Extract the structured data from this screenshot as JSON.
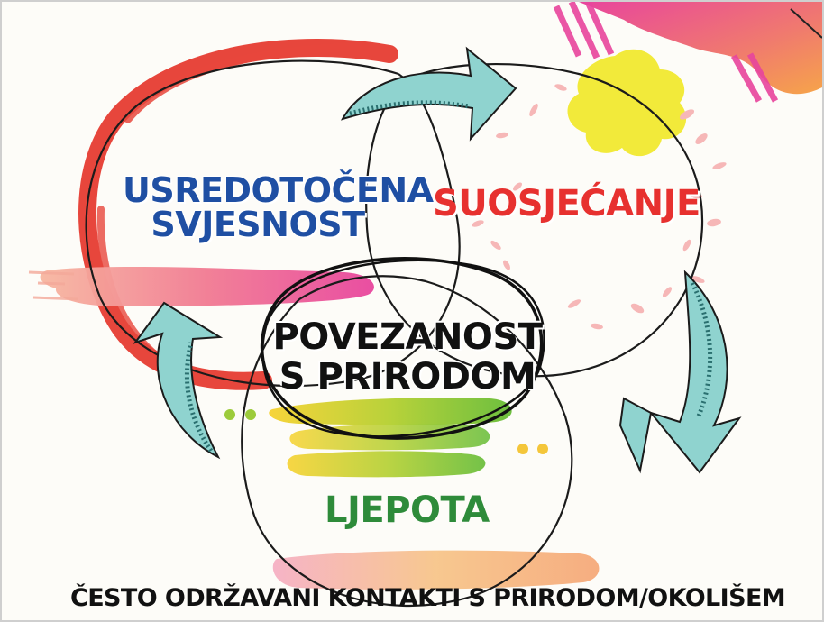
{
  "diagram": {
    "circles": {
      "top_left": {
        "line1": "USREDOTOČENA",
        "line2": "SVJESNOST",
        "color": "#1f4fa3"
      },
      "top_right": {
        "text": "SUOSJEĆANJE",
        "color": "#e7312f"
      },
      "bottom": {
        "text": "LJEPOTA",
        "color": "#2e8b3a"
      },
      "center": {
        "line1": "POVEZANOST",
        "line2": "S PRIRODOM",
        "color": "#111111"
      }
    },
    "footer": {
      "text": "ČESTO ODRŽAVANI KONTAKTI S PRIRODOM/OKOLIŠEM"
    },
    "arrow_color": "#8fd3cf",
    "accent_colors": {
      "red": "#e7463c",
      "pink": "#e94a9a",
      "yellow": "#f2ea3a",
      "green": "#7cc242"
    }
  }
}
